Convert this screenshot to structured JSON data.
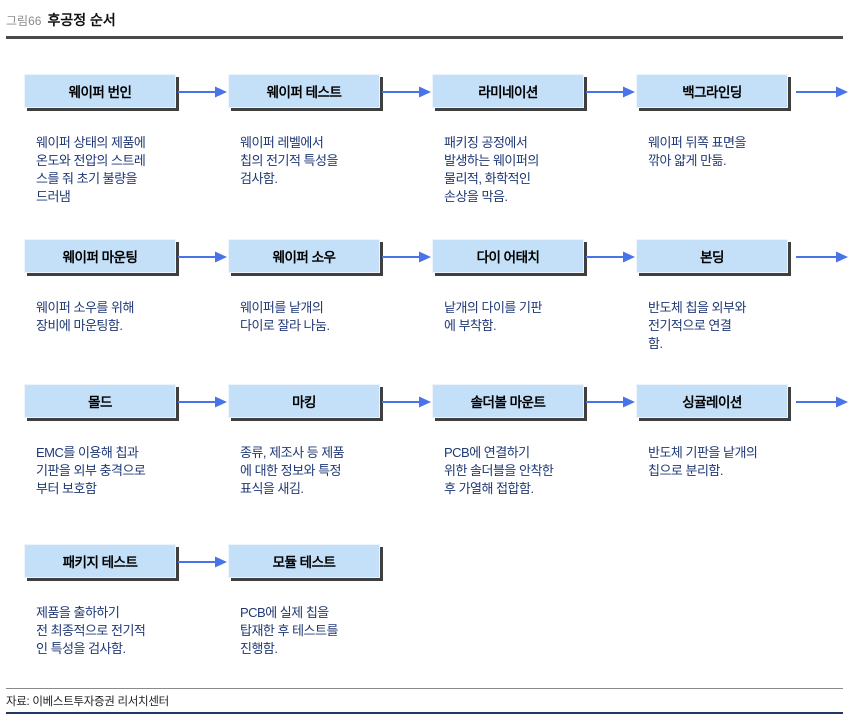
{
  "header": {
    "figure_label": "그림66",
    "title": "후공정 순서"
  },
  "rows": [
    {
      "steps": [
        {
          "label": "웨이퍼 번인",
          "description": "웨이퍼 상태의 제품에\n온도와 전압의 스트레\n스를 줘 초기 불량을\n드러냄"
        },
        {
          "label": "웨이퍼 테스트",
          "description": "웨이퍼 레벨에서\n칩의 전기적 특성을\n검사함."
        },
        {
          "label": "라미네이션",
          "description": "패키징 공정에서\n발생하는 웨이퍼의\n물리적, 화학적인\n손상을 막음."
        },
        {
          "label": "백그라인딩",
          "description": "웨이퍼 뒤쪽 표면을\n깎아 얇게 만듦."
        }
      ]
    },
    {
      "steps": [
        {
          "label": "웨이퍼 마운팅",
          "description": "웨이퍼 소우를 위해\n장비에 마운팅함."
        },
        {
          "label": "웨이퍼 소우",
          "description": "웨이퍼를 낱개의\n다이로 잘라 나눔."
        },
        {
          "label": "다이 어태치",
          "description": "낱개의 다이를 기판\n에 부착함."
        },
        {
          "label": "본딩",
          "description": "반도체 칩을 외부와\n전기적으로 연결\n함."
        }
      ]
    },
    {
      "steps": [
        {
          "label": "몰드",
          "description": "EMC를 이용해 칩과\n기판을 외부 충격으로\n부터 보호함"
        },
        {
          "label": "마킹",
          "description": "종류, 제조사 등 제품\n에 대한 정보와 특정\n표식을 새김."
        },
        {
          "label": "솔더볼 마운트",
          "description": "PCB에 연결하기\n위한 솔더블을 안착한\n후 가열해 접합함."
        },
        {
          "label": "싱귤레이션",
          "description": "반도체 기판을 낱개의\n칩으로 분리함."
        }
      ]
    },
    {
      "steps": [
        {
          "label": "패키지 테스트",
          "description": "제품을 출하하기\n전 최종적으로 전기적\n인 특성을 검사함."
        },
        {
          "label": "모듈 테스트",
          "description": "PCB에 실제 칩을\n탑재한 후 테스트를\n진행함."
        }
      ]
    }
  ],
  "footer": {
    "source": "자료: 이베스트투자증권 리서치센터"
  },
  "colors": {
    "box_fill": "#C3E0F8",
    "box_shadow": "#3F3F3F",
    "arrow": "#4973E8",
    "description_text": "#1F3876",
    "header_rule": "#4A4A4A",
    "bottom_rule": "#203864"
  }
}
